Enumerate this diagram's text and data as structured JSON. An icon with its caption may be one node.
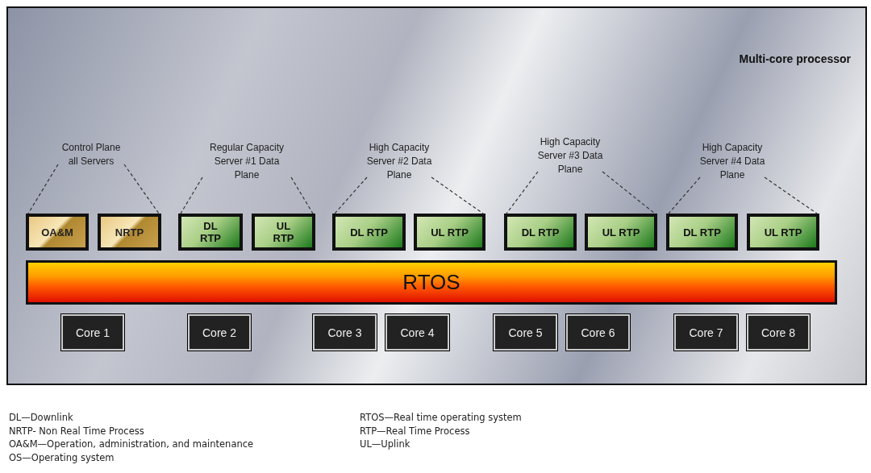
{
  "diagram": {
    "nodes": [
      {
        "text": [
          "Multi-core processor"
        ]
      },
      {
        "text": [
          "Control Plane all Servers"
        ],
        "in": 0
      },
      {
        "text": [
          "Regular Capacity Server #1 Data Plane"
        ],
        "in": 0
      },
      {
        "text": [
          "High Capacity Server #2 Data Plane"
        ],
        "in": 0
      },
      {
        "text": [
          "High Capacity Server #3 Data Plane"
        ],
        "in": 0
      },
      {
        "text": [
          "High Capacity Server #4 Data Plane"
        ],
        "in": 0
      },
      {
        "text": [
          "OA&M"
        ],
        "in": 0
      },
      {
        "text": [
          "NRTP"
        ],
        "in": 0
      },
      {
        "text": [
          "DL RTP"
        ],
        "in": 0
      },
      {
        "text": [
          "UL RTP"
        ],
        "in": 0
      },
      {
        "text": [
          "DL RTP"
        ],
        "in": 0
      },
      {
        "text": [
          "UL RTP"
        ],
        "in": 0
      },
      {
        "text": [
          "DL RTP"
        ],
        "in": 0
      },
      {
        "text": [
          "UL RTP"
        ],
        "in": 0
      },
      {
        "text": [
          "DL RTP"
        ],
        "in": 0
      },
      {
        "text": [
          "UL RTP"
        ],
        "in": 0
      },
      {
        "text": [
          "RTOS"
        ],
        "in": 0
      },
      {
        "text": [
          "Core 1"
        ],
        "in": 0
      },
      {
        "text": [
          "Core 2"
        ],
        "in": 0
      },
      {
        "text": [
          "Core 3"
        ],
        "in": 0
      },
      {
        "text": [
          "Core 4"
        ],
        "in": 0
      },
      {
        "text": [
          "Core 5"
        ],
        "in": 0
      },
      {
        "text": [
          "Core 6"
        ],
        "in": 0
      },
      {
        "text": [
          "Core 7"
        ],
        "in": 0
      },
      {
        "text": [
          "Core 8"
        ],
        "in": 0
      }
    ],
    "edges": [
      {
        "from": 1,
        "to": 6,
        "arrow": "none",
        "style": "dashed"
      },
      {
        "from": 1,
        "to": 7,
        "arrow": "none",
        "style": "dashed"
      },
      {
        "from": 2,
        "to": 8,
        "arrow": "none",
        "style": "dashed"
      },
      {
        "from": 2,
        "to": 9,
        "arrow": "none",
        "style": "dashed"
      },
      {
        "from": 3,
        "to": 10,
        "arrow": "none",
        "style": "dashed"
      },
      {
        "from": 3,
        "to": 11,
        "arrow": "none",
        "style": "dashed"
      },
      {
        "from": 4,
        "to": 12,
        "arrow": "none",
        "style": "dashed"
      },
      {
        "from": 4,
        "to": 13,
        "arrow": "none",
        "style": "dashed"
      },
      {
        "from": 5,
        "to": 14,
        "arrow": "none",
        "style": "dashed"
      },
      {
        "from": 5,
        "to": 15,
        "arrow": "none",
        "style": "dashed"
      }
    ],
    "labels": [
      "DL—Downlink",
      "NRTP- Non Real Time Process",
      "OA&M—Operation, administration, and maintenance",
      "OS—Operating system",
      "RTOS—Real time operating  system",
      "RTP—Real Time Process",
      "UL—Uplink"
    ]
  }
}
